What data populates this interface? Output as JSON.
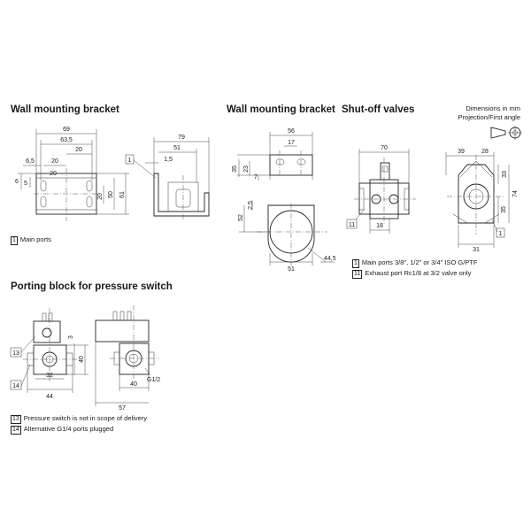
{
  "headings": {
    "wall_bracket_1": "Wall mounting bracket",
    "wall_bracket_2": "Wall mounting bracket",
    "shutoff": "Shut-off valves",
    "porting": "Porting block for pressure switch"
  },
  "info": {
    "line1": "Dimensions in mm",
    "line2": "Projection/First angle"
  },
  "notes": {
    "n1": {
      "num": "1",
      "text": "Main ports"
    },
    "n1b": {
      "num": "1",
      "text": "Main ports 3/8\", 1/2\" or 3/4\" ISO G/PTF"
    },
    "n11": {
      "num": "11",
      "text": "Exhaust port Rc1/8 at 3/2 valve only"
    },
    "n13": {
      "num": "13",
      "text": "Pressure switch is not in scope of delivery"
    },
    "n14": {
      "num": "14",
      "text": "Alternative G1/4 ports plugged"
    }
  },
  "dims": {
    "wb1_69": "69",
    "wb1_635": "63,5",
    "wb1_20a": "20",
    "wb1_20b": "20",
    "wb1_65": "6,5",
    "wb1_20c": "20",
    "wb1_6": "6",
    "wb1_5": "5",
    "wb1_20d": "20",
    "wb1_50": "50",
    "wb1_61": "61",
    "wb1_79": "79",
    "wb1_51": "51",
    "wb1_15": "1,5",
    "wb1_1": "1",
    "wb2_56": "56",
    "wb2_17": "17",
    "wb2_35": "35",
    "wb2_23": "23",
    "wb2_7": "7",
    "wb2_25": "2,5",
    "wb2_52": "52",
    "wb2_51": "51",
    "wb2_445": "44,5",
    "sv_70": "70",
    "sv_18": "18",
    "sv_11": "11",
    "sv_39": "39",
    "sv_28": "28",
    "sv_33": "33",
    "sv_74": "74",
    "sv_35": "35",
    "sv_31": "31",
    "sv_1": "1",
    "pb_13": "13",
    "pb_14": "14",
    "pb_3": "3",
    "pb_40a": "40",
    "pb_32": "32",
    "pb_44": "44",
    "pb_g12": "G1/2",
    "pb_40b": "40",
    "pb_57": "57"
  }
}
